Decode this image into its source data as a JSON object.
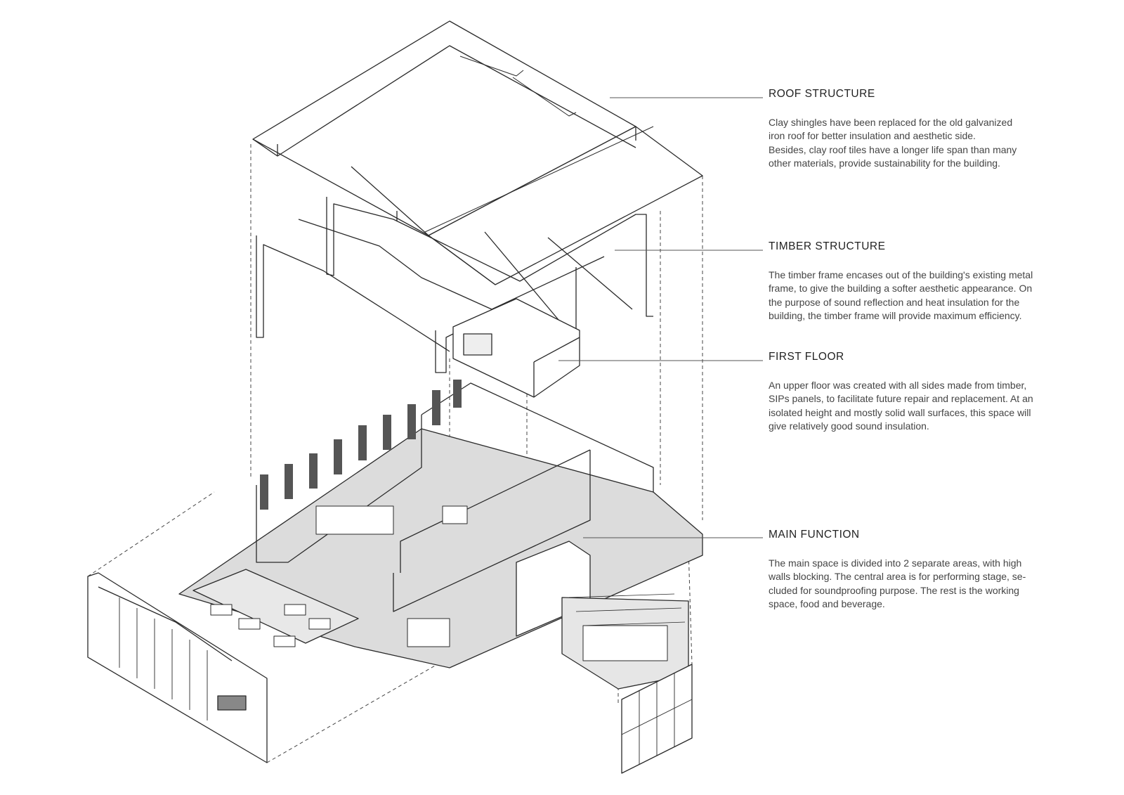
{
  "annotations": [
    {
      "title": "ROOF STRUCTURE",
      "lines": [
        "Clay shingles have been replaced for the old galvanized",
        "iron roof for better insulation and aesthetic side.",
        "Besides, clay roof tiles have a longer life span than many",
        "other materials, provide sustainability for the building."
      ]
    },
    {
      "title": "TIMBER STRUCTURE",
      "lines": [
        "The timber frame encases out of the building's existing metal",
        "frame, to give the building a softer aesthetic appearance. On",
        "the purpose of sound reflection and heat insulation for the",
        "building, the timber frame will provide maximum efficiency."
      ]
    },
    {
      "title": "FIRST FLOOR",
      "lines": [
        "An upper floor was created with all sides made from timber,",
        "SIPs panels, to facilitate future repair and replacement. At an",
        "isolated height and mostly solid wall surfaces, this space will",
        "give relatively good sound insulation."
      ]
    },
    {
      "title": "MAIN FUNCTION",
      "lines": [
        "The main space is divided into 2 separate areas, with high",
        "walls blocking. The central area is for performing stage, se-",
        "cluded for soundproofing purpose. The rest is the working",
        "space, food and beverage."
      ]
    }
  ],
  "colors": {
    "line": "#2a2a2a",
    "floor": "#dcdcdc",
    "leader": "#555555"
  }
}
